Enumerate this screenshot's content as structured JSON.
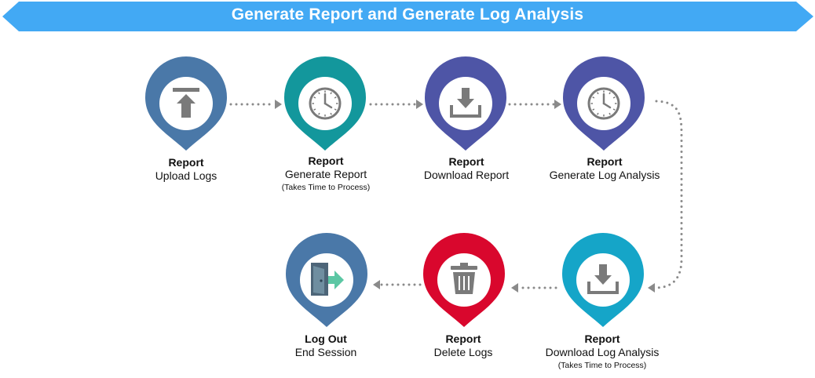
{
  "title": "Generate Report and Generate Log Analysis",
  "colors": {
    "banner": "#42a9f4",
    "connector": "#8a8a8a",
    "icon": "#7a7a7a"
  },
  "steps": [
    {
      "line1": "Report",
      "line2": "Upload Logs",
      "note": "",
      "color": "#4a78a8",
      "icon": "upload-icon"
    },
    {
      "line1": "Report",
      "line2": "Generate Report",
      "note": "(Takes Time to Process)",
      "color": "#13979c",
      "icon": "clock-icon"
    },
    {
      "line1": "Report",
      "line2": "Download Report",
      "note": "",
      "color": "#4e55a6",
      "icon": "download-icon"
    },
    {
      "line1": "Report",
      "line2": "Generate Log Analysis",
      "note": "",
      "color": "#4e55a6",
      "icon": "clock-icon"
    },
    {
      "line1": "Report",
      "line2": "Download Log Analysis",
      "note": "(Takes Time to Process)",
      "color": "#15a5c8",
      "icon": "download-icon"
    },
    {
      "line1": "Report",
      "line2": "Delete Logs",
      "note": "",
      "color": "#d9072d",
      "icon": "trash-icon"
    },
    {
      "line1": "Log Out",
      "line2": "End Session",
      "note": "",
      "color": "#4a78a8",
      "icon": "logout-icon"
    }
  ]
}
